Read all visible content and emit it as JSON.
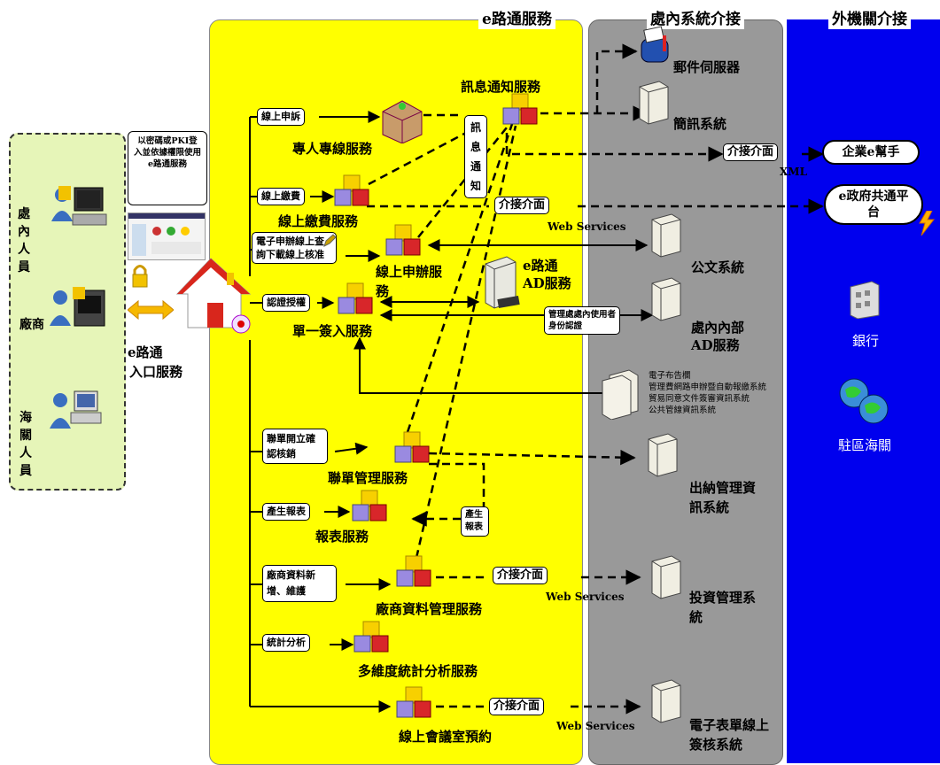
{
  "headers": {
    "eroad": "e路通服務",
    "internal": "處內系統介接",
    "external": "外機關介接"
  },
  "users": {
    "staff": "處內人員",
    "vendor": "廠商",
    "customs": "海關人員"
  },
  "portal": {
    "login_note": "以密碼或PKI登入並依據權限使用e路通服務",
    "label_line1": "e路通",
    "label_line2": "入口服務"
  },
  "functions": {
    "appeal": "線上申訴",
    "payment": "線上繳費",
    "apply": "電子申辦線上查詢下載線上核准",
    "auth": "認證授權",
    "cosign": "聯單開立確認核銷",
    "report": "產生報表",
    "vendor_data": "廠商資料新增、維護",
    "stats": "統計分析",
    "report_gen": "產生報表"
  },
  "services": {
    "dedicated": "專人專線服務",
    "payment": "線上繳費服務",
    "online_apply": "線上申辦服務",
    "sso": "單一簽入服務",
    "cosign": "聯單管理服務",
    "report": "報表服務",
    "vendor": "廠商資料管理服務",
    "multidim": "多維度統計分析服務",
    "meeting": "線上會議室預約",
    "notify": "訊息通知服務",
    "notify_vertical": "訊息通知",
    "ad": "e路通AD服務"
  },
  "internal_systems": {
    "mail": "郵件伺服器",
    "sms": "簡訊系統",
    "docs": "公文系統",
    "internal_ad": "處內內部AD服務",
    "auth_note": "管理處處內使用者身份認證",
    "misc": [
      "電子布告欄",
      "管理費網路申辦暨自動報繳系統",
      "貿易同意文件簽審資訊系統",
      "公共管線資訊系統"
    ],
    "cashier": "出納管理資訊系統",
    "investment": "投資管理系統",
    "eform": "電子表單線上簽核系統"
  },
  "interfaces": {
    "label": "介接介面",
    "web_services": "Web Services",
    "xml": "XML"
  },
  "external_systems": {
    "ehelper": "企業e幫手",
    "egov": "e政府共通平台",
    "bank": "銀行",
    "customs_office": "駐區海關"
  },
  "colors": {
    "eroad_panel": "#ffff00",
    "internal_panel": "#999999",
    "external_panel": "#0000ee",
    "user_panel": "#e6f5b8"
  }
}
